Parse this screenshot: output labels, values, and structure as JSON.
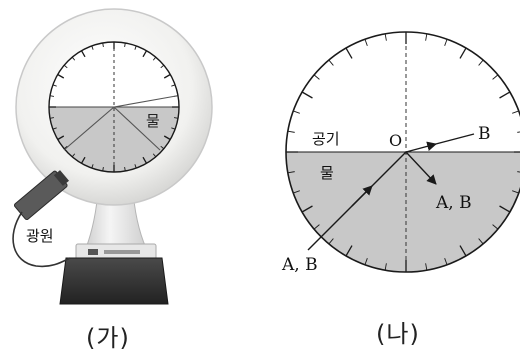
{
  "figure_a": {
    "caption": "(가)",
    "water_label": "물",
    "light_source_label": "광원"
  },
  "figure_b": {
    "caption": "(나)",
    "air_label": "공기",
    "water_label": "물",
    "origin_label": "O",
    "incident_label": "A, B",
    "refracted_label": "B",
    "reflected_label": "A, B"
  },
  "colors": {
    "water_fill": "#c8c8c8",
    "stroke": "#1a1a1a",
    "ring": "#f4f4f2",
    "base": "#3a3a3a",
    "light_source": "#555555"
  }
}
